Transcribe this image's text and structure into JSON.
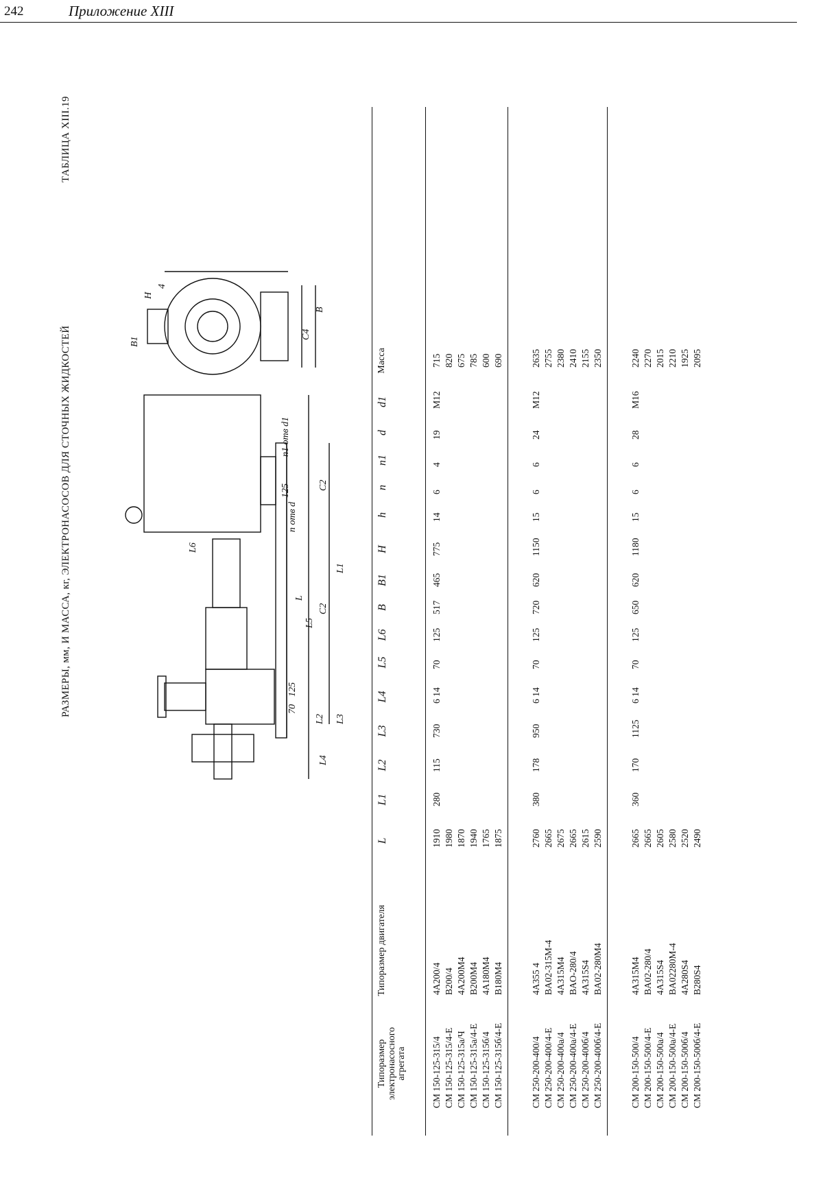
{
  "page": {
    "number": "242",
    "running_head": "Приложение XIII",
    "table_no": "ТАБЛИЦА XIII.19",
    "title": "РАЗМЕРЫ, мм, И МАССА, кг, ЭЛЕКТРОНАСОСОВ ДЛЯ СТОЧНЫХ ЖИДКОСТЕЙ"
  },
  "drawing": {
    "labels": [
      "L4",
      "L2",
      "L5",
      "L6",
      "L",
      "L3",
      "125",
      "70",
      "C2",
      "C2",
      "L1",
      "n отв d",
      "125",
      "n1 отв d1",
      "B1",
      "H",
      "4",
      "C4",
      "B"
    ]
  },
  "headers": [
    "Типоразмер электронасосного агрегата",
    "Типоразмер двигателя",
    "L",
    "L1",
    "L2",
    "L3",
    "L4",
    "L5",
    "L6",
    "B",
    "B1",
    "H",
    "h",
    "n",
    "n1",
    "d",
    "d1",
    "Масса"
  ],
  "groups": [
    {
      "agg": [
        "СМ 150-125-315/4",
        "СМ 150-125-315/4-Е",
        "СМ 150-125-315а/Ч",
        "СМ 150-125-315а/4-Е",
        "СМ 150-125-315б/4",
        "СМ 150-125-315б/4-Е"
      ],
      "motor": [
        "4A200/4",
        "B200/4",
        "4A200M4",
        "B200M4",
        "4A180M4",
        "B180M4"
      ],
      "L": [
        "1910",
        "1980",
        "1870",
        "1940",
        "1765",
        "1875"
      ],
      "mass": [
        "715",
        "820",
        "675",
        "785",
        "600",
        "690"
      ],
      "single": {
        "L1": "280",
        "L2": "115",
        "L3": "730",
        "L4": "6  14",
        "L5": "70",
        "L6": "125",
        "B": "517",
        "B1": "465",
        "H": "775",
        "h": "14",
        "n": "6",
        "n1": "4",
        "d": "19",
        "d1": "M12"
      }
    },
    {
      "agg": [
        "СМ 250-200-400/4",
        "СМ 250-200-400/4-Е",
        "СМ 250-200-400а/4",
        "СМ 250-200-400а/4-Е",
        "СМ 250-200-400б/4",
        "СМ 250-200-400б/4-Е"
      ],
      "motor": [
        "4A355 4",
        "BA02-315M-4",
        "4A315M4",
        "BAO-280/4",
        "4A315S4",
        "BA02-280M4"
      ],
      "L": [
        "2760",
        "2665",
        "2675",
        "2665",
        "2615",
        "2590"
      ],
      "mass": [
        "2635",
        "2755",
        "2380",
        "2410",
        "2155",
        "2350"
      ],
      "single": {
        "L1": "380",
        "L2": "178",
        "L3": "950",
        "L4": "6  14",
        "L5": "70",
        "L6": "125",
        "B": "720",
        "B1": "620",
        "H": "1150",
        "h": "15",
        "n": "6",
        "n1": "6",
        "d": "24",
        "d1": "M12"
      }
    },
    {
      "agg": [
        "СМ 200-150-500/4",
        "СМ 200-150-500/4-Е",
        "СМ 200-150-500а/4",
        "СМ 200-150-500а/4-Е",
        "СМ 200-150-500б/4",
        "СМ 200-150-500б/4-Е"
      ],
      "motor": [
        "4A315M4",
        "BA02-280/4",
        "4A315S4",
        "BA02280M-4",
        "4A280S4",
        "B280S4"
      ],
      "L": [
        "2665",
        "2665",
        "2605",
        "2580",
        "2520",
        "2490"
      ],
      "mass": [
        "2240",
        "2270",
        "2015",
        "2210",
        "1925",
        "2095"
      ],
      "single": {
        "L1": "360",
        "L2": "170",
        "L3": "1125",
        "L4": "6  14",
        "L5": "70",
        "L6": "125",
        "B": "650",
        "B1": "620",
        "H": "1180",
        "h": "15",
        "n": "6",
        "n1": "6",
        "d": "28",
        "d1": "M16"
      }
    }
  ]
}
